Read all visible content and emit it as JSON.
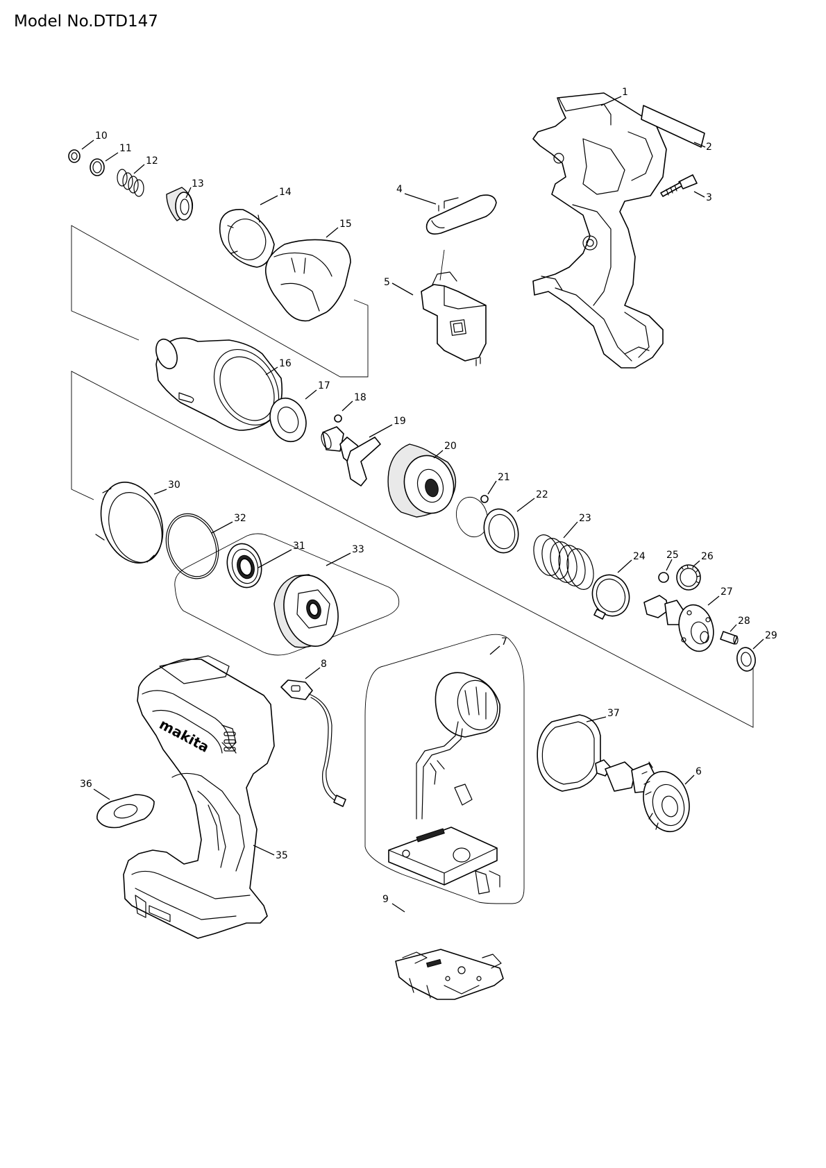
{
  "title": "Model No.DTD147",
  "brand_logo_text": "makita",
  "callouts": [
    "1",
    "2",
    "3",
    "4",
    "5",
    "6",
    "7",
    "8",
    "9",
    "10",
    "11",
    "12",
    "13",
    "14",
    "15",
    "16",
    "17",
    "18",
    "19",
    "20",
    "21",
    "22",
    "23",
    "24",
    "25",
    "26",
    "27",
    "28",
    "29",
    "30",
    "31",
    "32",
    "33",
    "35",
    "36",
    "37"
  ]
}
